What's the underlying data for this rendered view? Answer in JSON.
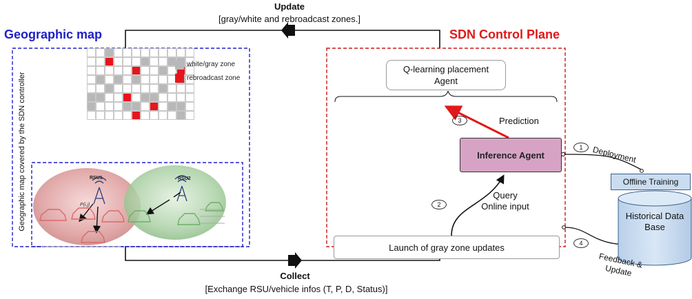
{
  "update": {
    "title": "Update",
    "subtitle": "[gray/white and rebroadcast zones.]"
  },
  "collect": {
    "title": "Collect",
    "subtitle": "[Exchange RSU/vehicle infos (T, P, D, Status)]"
  },
  "geo": {
    "title": "Geographic map",
    "vertical_label": "Geographic map covered by the SDN controller",
    "legend_gray": "white/gray zone",
    "legend_red": "rebroadcast zone",
    "rsu1": "RSU1",
    "rsu2": "RSU2",
    "link_label": "P(i,j)",
    "colors": {
      "gray": "#b8b8b8",
      "red": "#e8141b",
      "blue": "#1f1fc8"
    },
    "grid_rows": [
      "wwgwwwwwwwww",
      "wwrwwwgwwggw",
      "wwwwwrwwgwrw",
      "wgwgwgwwwwgw",
      "wwgwwwwwgwww",
      "ggwwrwggwwww",
      "gwwwggwrwggw",
      "wwwwwrwwwwgw"
    ]
  },
  "sdn": {
    "title": "SDN Control Plane",
    "q_agent": "Q-learning placement\nAgent",
    "inference": "Inference Agent",
    "prediction": "Prediction",
    "query": "Query\nOnline input",
    "launch": "Launch of gray zone updates",
    "colors": {
      "red": "#e01919",
      "agent_fill": "#d6a3c4"
    }
  },
  "steps": [
    "1",
    "2",
    "3",
    "4"
  ],
  "deployment": "Deployment",
  "offline": "Offline Training",
  "historical": "Historical Data\nBase",
  "feedback": "Feedback &\nUpdate"
}
